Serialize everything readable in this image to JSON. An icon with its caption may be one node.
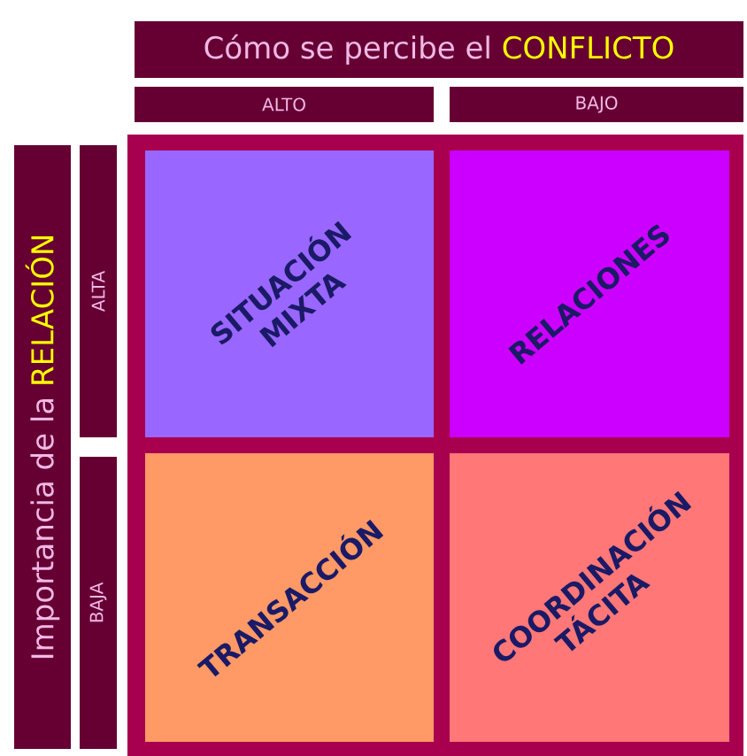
{
  "diagram": {
    "nodes": [
      {
        "text": [
          "Cómo se percibe el",
          "CONFLICTO"
        ]
      },
      {
        "text": [
          "ALTO"
        ]
      },
      {
        "text": [
          "BAJO"
        ]
      },
      {
        "text": [
          "Importancia de la",
          "RELACIÓN"
        ]
      },
      {
        "text": [
          "ALTA"
        ]
      },
      {
        "text": [
          "BAJA"
        ]
      },
      {
        "text": [
          "SITUACIÓN MIXTA"
        ]
      },
      {
        "text": [
          "RELACIONES"
        ]
      },
      {
        "text": [
          "TRANSACCIÓN"
        ]
      },
      {
        "text": [
          "COORDINACIÓN TÁCITA"
        ]
      }
    ]
  }
}
